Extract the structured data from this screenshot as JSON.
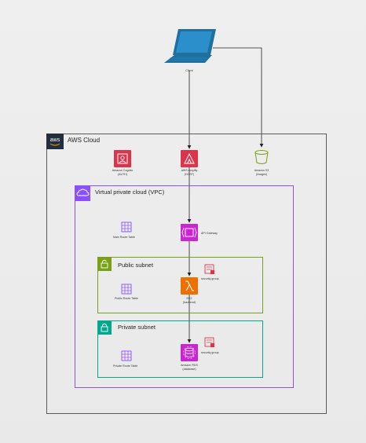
{
  "client": {
    "label": "Client"
  },
  "cloud": {
    "title": "AWS Cloud",
    "badge": "aws"
  },
  "services": {
    "cognito": {
      "name": "Amazon Cognito",
      "sub": "(AUTH)"
    },
    "amplify": {
      "name": "AWS Amplify",
      "sub": "(HOST)"
    },
    "s3": {
      "name": "Amazon S3",
      "sub": "(Images)"
    },
    "apigw": {
      "name": "API Gateway"
    },
    "ec2": {
      "name": "EC2",
      "sub": "(backend)"
    },
    "rds": {
      "name": "Amazon RDS",
      "sub": "(database)"
    }
  },
  "vpc": {
    "title": "Virtual private cloud (VPC)"
  },
  "public_subnet": {
    "title": "Public subnet"
  },
  "private_subnet": {
    "title": "Private subnet"
  },
  "route_tables": {
    "main": "Main Route Table",
    "public": "Public Route Table",
    "private": "Private Route Table"
  },
  "security_groups": {
    "public": "security group",
    "private": "security group"
  },
  "colors": {
    "vpc": "#8c4fff",
    "public": "#7aa116",
    "private": "#01a88d",
    "security": "#dd344c",
    "compute": "#ed7100",
    "database": "#c925d1",
    "storage": "#7aa116",
    "laptop": "#1f6f9f"
  },
  "icons": [
    "laptop-icon",
    "cognito-icon",
    "amplify-icon",
    "s3-bucket-icon",
    "api-gateway-icon",
    "lambda-icon",
    "rds-icon",
    "route-table-icon",
    "security-group-icon",
    "cloud-icon",
    "lock-icon"
  ]
}
